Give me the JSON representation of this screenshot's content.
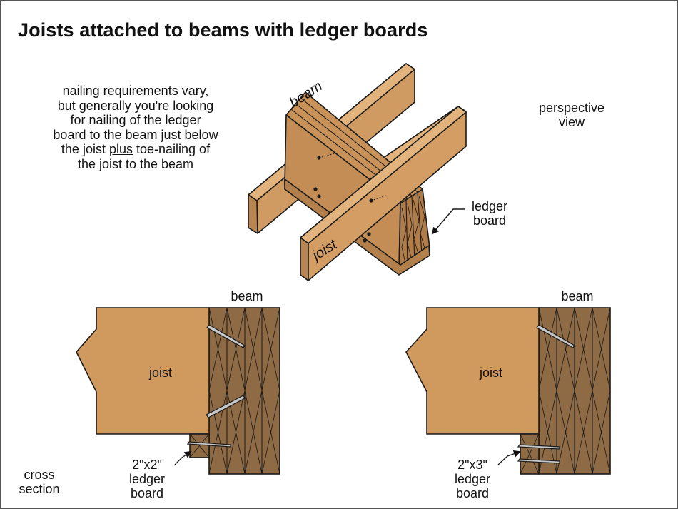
{
  "title": "Joists attached to beams with ledger boards",
  "note": {
    "line1": "nailing requirements vary,",
    "line2": "but generally you're looking",
    "line3": "for nailing of the ledger",
    "line4": "board to the beam just below",
    "line5_pre": "the joist ",
    "line5_em": "plus",
    "line5_post": " toe-nailing of",
    "line6": "the joist to the beam"
  },
  "perspective": {
    "view_line1": "perspective",
    "view_line2": "view",
    "beam_label": "beam",
    "joist_label": "joist",
    "ledger_line1": "ledger",
    "ledger_line2": "board"
  },
  "cross_section": {
    "label_line1": "cross",
    "label_line2": "section",
    "left": {
      "beam_label": "beam",
      "joist_label": "joist",
      "ledger_line1": "2\"x2\"",
      "ledger_line2": "ledger",
      "ledger_line3": "board"
    },
    "right": {
      "beam_label": "beam",
      "joist_label": "joist",
      "ledger_line1": "2\"x3\"",
      "ledger_line2": "ledger",
      "ledger_line3": "board"
    }
  },
  "colors": {
    "wood_light": "#d09a5f",
    "wood_mid": "#b8844e",
    "wood_dark": "#8e6a45",
    "outline": "#1a1a1a"
  }
}
